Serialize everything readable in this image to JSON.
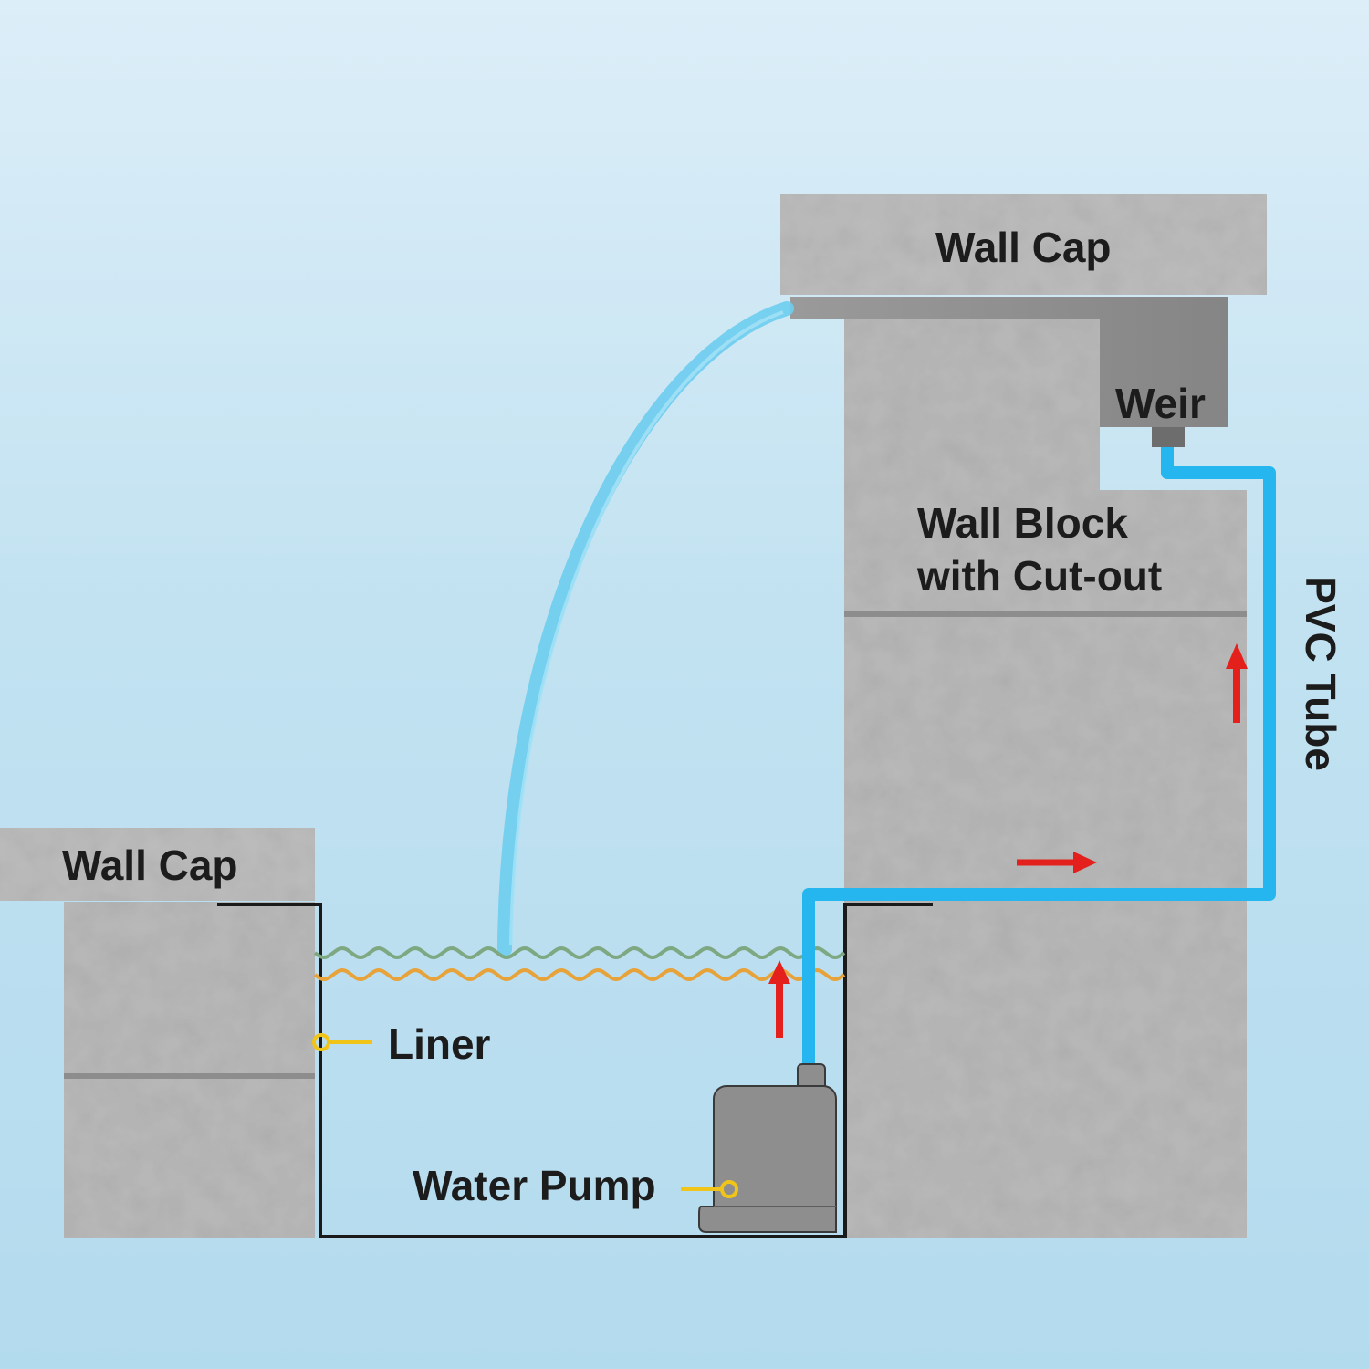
{
  "labels": {
    "wall_cap_right": "Wall Cap",
    "wall_cap_left": "Wall Cap",
    "weir": "Weir",
    "wall_block_line1": "Wall Block",
    "wall_block_line2": "with Cut-out",
    "pvc_tube": "PVC Tube",
    "liner": "Liner",
    "water_pump": "Water Pump"
  },
  "colors": {
    "stone": "#b9b9b9",
    "stone_dark": "#8d8d8d",
    "weir": "#8f8f8f",
    "pvc_tube": "#25b6ef",
    "water_arc": "#6fcdef",
    "flow_arrow": "#e3201b",
    "leader": "#f0c419",
    "wave_green": "#7da882",
    "wave_orange": "#e8a23a",
    "liner": "#1a1a1a"
  }
}
